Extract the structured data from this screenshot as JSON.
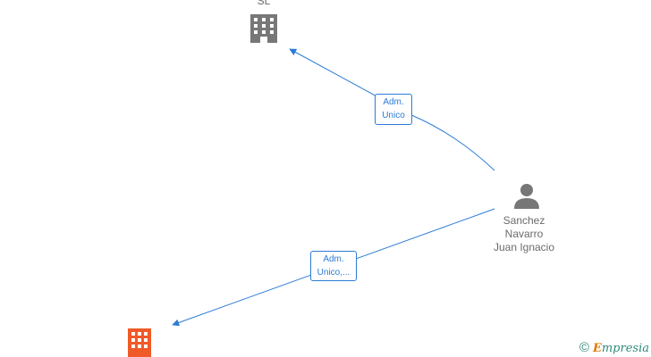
{
  "nodes": {
    "company_top": {
      "label": "SL",
      "icon": "building-icon",
      "color": "#777777"
    },
    "person": {
      "label_lines": [
        "Sanchez",
        "Navarro",
        "Juan Ignacio"
      ],
      "icon": "person-icon",
      "color": "#777777"
    },
    "company_bottom": {
      "icon": "building-icon",
      "color": "#f05a28"
    }
  },
  "edges": {
    "to_top": {
      "label_line1": "Adm.",
      "label_line2": "Unico",
      "color": "#2b7bd6"
    },
    "to_bottom": {
      "label_line1": "Adm.",
      "label_line2": "Unico,...",
      "color": "#2b7bd6"
    }
  },
  "brand": {
    "copyright": "©",
    "first_letter": "E",
    "rest": "mpresia",
    "icon": "copyright-icon"
  }
}
